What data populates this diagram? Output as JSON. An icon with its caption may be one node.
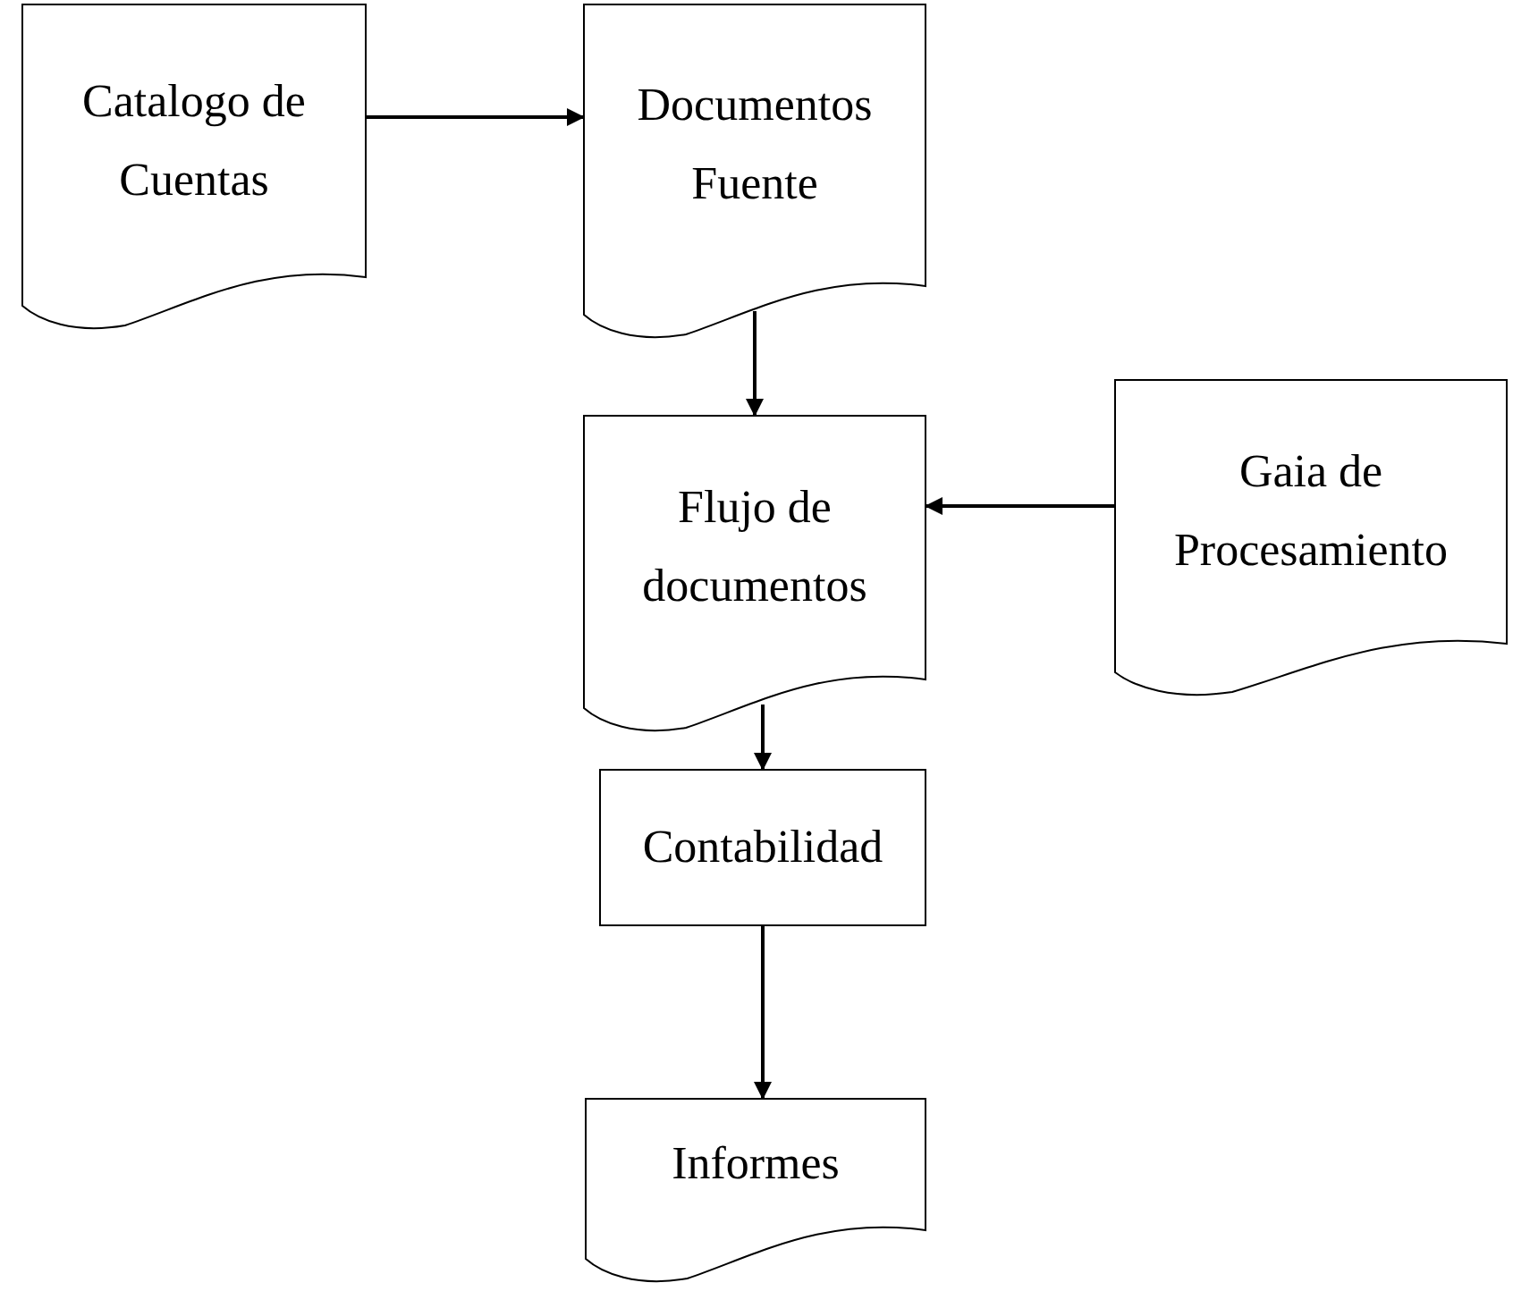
{
  "diagram": {
    "nodes": [
      {
        "text": [
          "Catalogo de Cuentas"
        ]
      },
      {
        "text": [
          "Documentos Fuente"
        ]
      },
      {
        "text": [
          "Flujo de documentos"
        ]
      },
      {
        "text": [
          "Gaia de Procesamiento"
        ]
      },
      {
        "text": [
          "Contabilidad"
        ]
      },
      {
        "text": [
          "Informes"
        ]
      }
    ],
    "edges": [
      {
        "from": 0,
        "to": 1,
        "arrow": "to"
      },
      {
        "from": 1,
        "to": 2,
        "arrow": "to"
      },
      {
        "from": 3,
        "to": 2,
        "arrow": "to"
      },
      {
        "from": 2,
        "to": 4,
        "arrow": "to"
      },
      {
        "from": 4,
        "to": 5,
        "arrow": "to"
      }
    ]
  }
}
